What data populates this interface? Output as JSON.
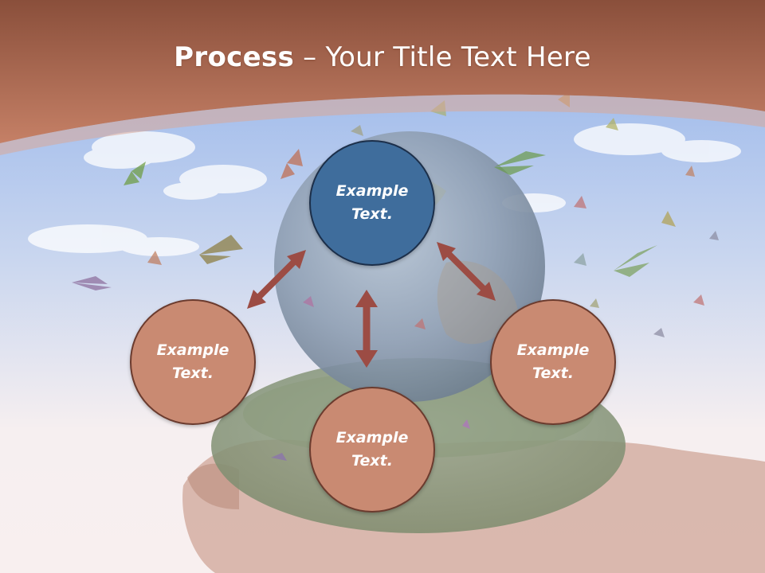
{
  "title": {
    "bold": "Process",
    "rest": " – Your Title Text Here"
  },
  "colors": {
    "header_band": "#b8735a",
    "header_band_dark": "#8a4f3b",
    "center_node": "#3f6d9c",
    "outer_node": "#c98a72",
    "arrow": "#9c4c44",
    "sky": "#9fb8e6"
  },
  "diagram": {
    "center": {
      "label": "Example\nText."
    },
    "left": {
      "label": "Example\nText."
    },
    "right": {
      "label": "Example\nText."
    },
    "bottom": {
      "label": "Example\nText."
    }
  }
}
